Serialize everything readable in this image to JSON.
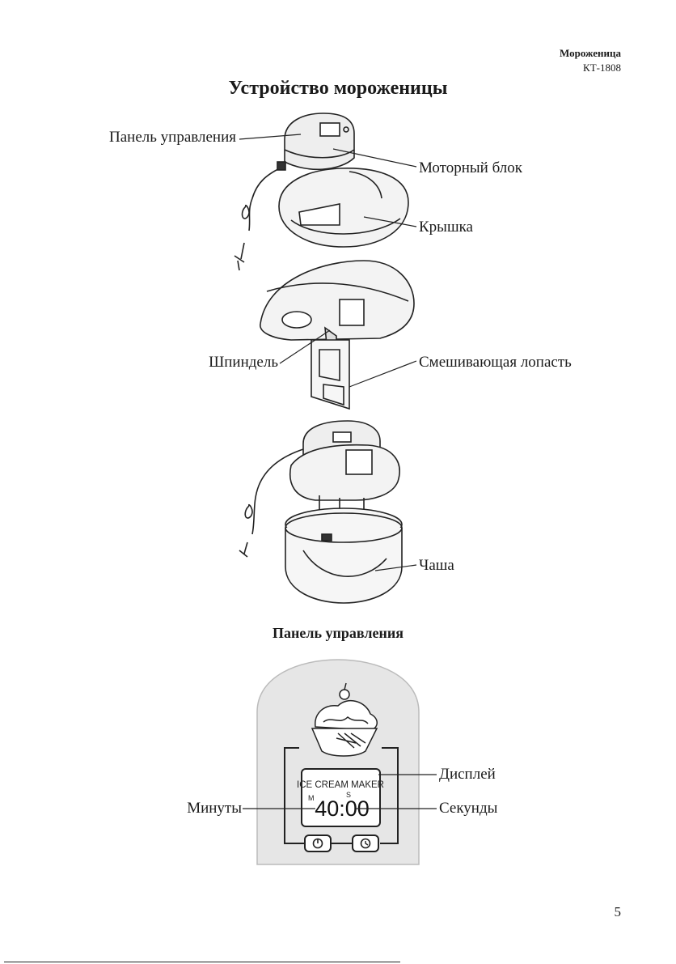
{
  "header": {
    "product": "Мороженица",
    "model": "КТ-1808"
  },
  "title": "Устройство мороженицы",
  "labels": {
    "control_panel": "Панель управления",
    "motor_unit": "Моторный блок",
    "lid": "Крышка",
    "spindle": "Шпиндель",
    "paddle": "Смешивающая лопасть",
    "bowl": "Чаша"
  },
  "panel": {
    "title": "Панель управления",
    "display_label": "Дисплей",
    "minutes_label": "Минуты",
    "seconds_label": "Секунды",
    "lcd_brand": "ICE CREAM MAKER",
    "lcd_m": "M",
    "lcd_s": "S",
    "lcd_time": "40:00",
    "buttons": [
      "power-button",
      "timer-button"
    ]
  },
  "page_number": "5"
}
